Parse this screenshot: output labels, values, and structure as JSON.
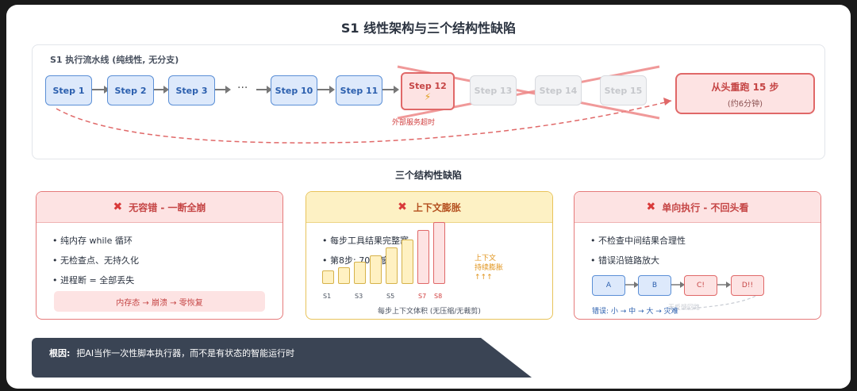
{
  "title": "S1 线性架构与三个结构性缺陷",
  "pipeline": {
    "label": "S1 执行流水线 (纯线性, 无分支)",
    "steps": [
      "Step 1",
      "Step 2",
      "Step 3",
      "Step 10",
      "Step 11"
    ],
    "ellipsis": "···",
    "failed_step": "Step 12",
    "failed_icon": "⚡",
    "ghost_steps": [
      "Step 13",
      "Step 14",
      "Step 15"
    ],
    "timeout_label": "外部服务超时",
    "restart_title": "从头重跑 15 步",
    "restart_sub": "(约6分钟)"
  },
  "subtitle": "三个结构性缺陷",
  "cards": [
    {
      "title": "无容错 - 一断全崩",
      "bullets": [
        "纯内存 while 循环",
        "无检查点、无持久化",
        "进程断 = 全部丢失"
      ],
      "pill": "内存态 → 崩溃 → 零恢复"
    },
    {
      "title": "上下文膨胀",
      "bullets": [
        "每步工具结果完整塞",
        "第8步: 70%"
      ],
      "bullet_tail": "窗",
      "bars": [
        {
          "label": "S1",
          "value": 1
        },
        {
          "label": "",
          "value": 1.3
        },
        {
          "label": "S3",
          "value": 1.8
        },
        {
          "label": "",
          "value": 2.3
        },
        {
          "label": "S5",
          "value": 3.0
        },
        {
          "label": "",
          "value": 3.7
        },
        {
          "label": "S7",
          "value": 4.5
        },
        {
          "label": "S8",
          "value": 5.2
        }
      ],
      "inflate_text": [
        "上下文",
        "持续膨胀",
        "↑↑↑"
      ],
      "caption": "每步上下文体积 (无压缩/无裁剪)"
    },
    {
      "title": "单向执行 - 不回头看",
      "bullets": [
        "不检查中间结果合理性",
        "错误沿链路放大"
      ],
      "flow": [
        "A",
        "B",
        "C!",
        "D!!"
      ],
      "error_text": "错误: 小 → 中 → 大 → 灾难",
      "ghost_text": "无反馈回路"
    }
  ],
  "root": {
    "label": "根因:",
    "text": "把AI当作一次性脚本执行器，而不是有状态的智能运行时"
  },
  "colors": {
    "blue": "#5b8fd6",
    "red": "#e06868",
    "yellow": "#e8c35a",
    "dark": "#3a4454"
  }
}
